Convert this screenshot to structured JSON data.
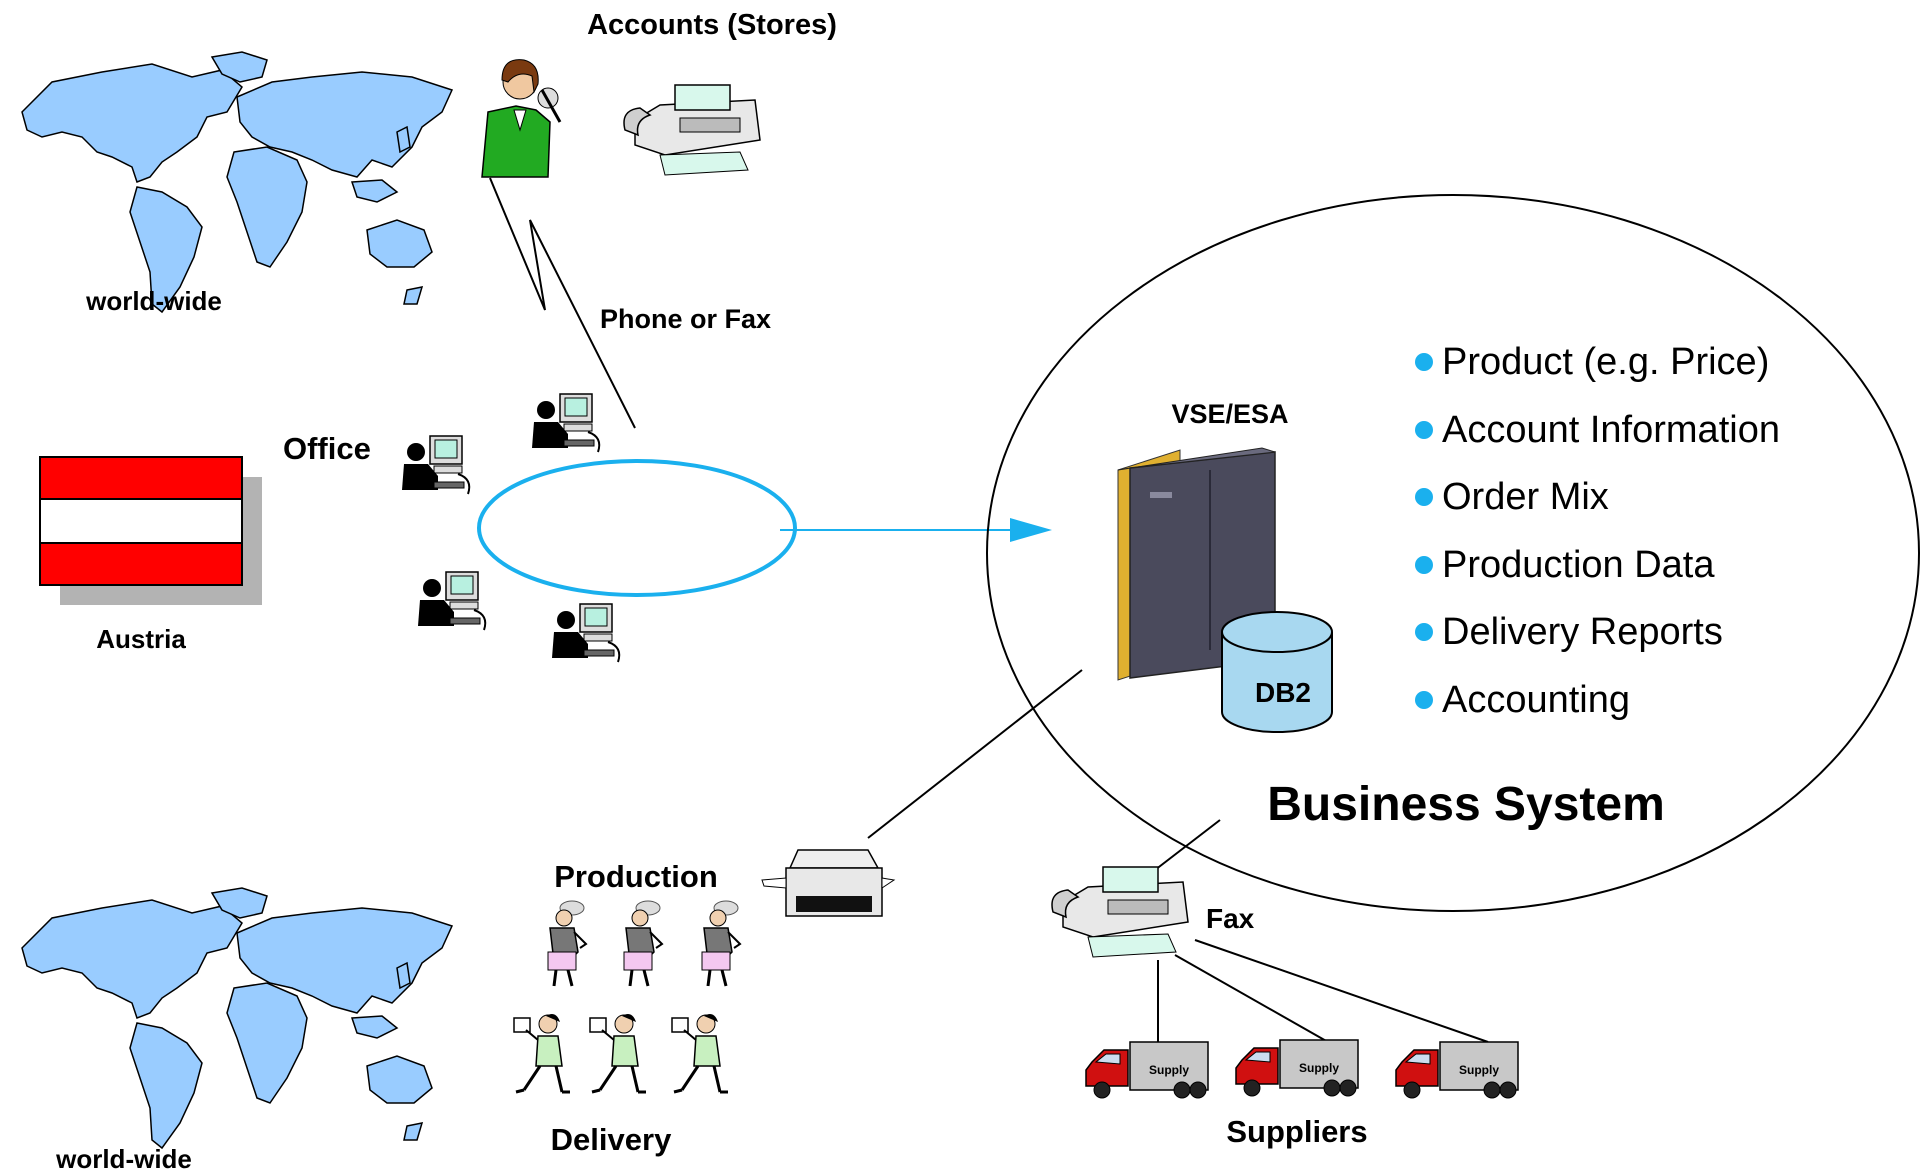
{
  "labels": {
    "world_wide_top": "world-wide",
    "world_wide_bottom": "world-wide",
    "accounts": "Accounts (Stores)",
    "phone_or_fax": "Phone or Fax",
    "office": "Office",
    "austria": "Austria",
    "vse_esa": "VSE/ESA",
    "db2": "DB2",
    "business_system": "Business System",
    "production": "Production",
    "delivery": "Delivery",
    "fax": "Fax",
    "suppliers": "Suppliers",
    "truck_label": "Supply"
  },
  "business_items": [
    "Product (e.g. Price)",
    "Account Information",
    "Order Mix",
    "Production Data",
    "Delivery Reports",
    "Accounting"
  ],
  "colors": {
    "map_fill": "#99ccff",
    "network_ring": "#1ab0ee",
    "bullet": "#1ab0ee",
    "flag_red": "#ff0000",
    "flag_shadow": "#b3b3b3",
    "server_body": "#4a4a5c",
    "server_accent": "#e0b030",
    "db_fill": "#a8d8f0",
    "truck_cab": "#d01010",
    "truck_box": "#c8c8c8",
    "person_green": "#22aa22"
  },
  "icons": {
    "map": "world-map-icon",
    "flag": "austria-flag-icon",
    "operator": "operator-icon",
    "fax": "fax-machine-icon",
    "workstation": "workstation-icon",
    "server": "mainframe-server-icon",
    "database": "database-cylinder-icon",
    "printer": "printer-icon",
    "worker": "production-worker-icon",
    "courier": "delivery-worker-icon",
    "truck": "supply-truck-icon"
  }
}
